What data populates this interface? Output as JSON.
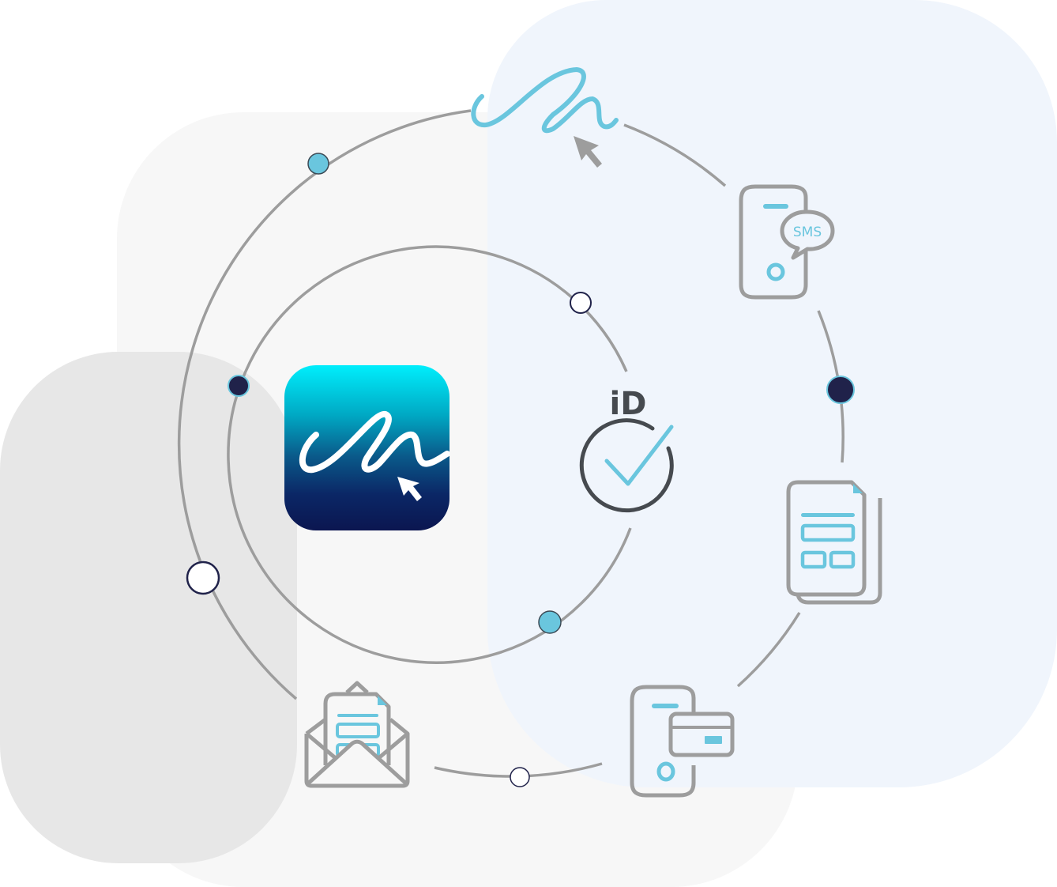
{
  "diagram": {
    "title": "E-signature workflow cycle",
    "center_app": {
      "name": "signature-app-logo",
      "gradient_top": "#00eefc",
      "gradient_bottom": "#0b1650"
    },
    "id_badge": {
      "label": "iD"
    },
    "sms_bubble": {
      "label": "SMS"
    },
    "nodes": [
      {
        "id": "signature",
        "label": "Signature with cursor"
      },
      {
        "id": "sms",
        "label": "SMS on phone"
      },
      {
        "id": "document",
        "label": "Document form"
      },
      {
        "id": "payment",
        "label": "Phone payment card"
      },
      {
        "id": "email",
        "label": "Email with document"
      },
      {
        "id": "identity",
        "label": "ID verification"
      }
    ],
    "colors": {
      "accent_blue": "#6ac6de",
      "stroke_gray": "#9d9d9d",
      "dark_navy": "#20224a",
      "id_dark": "#464a4f",
      "bg_blue": "#f0f5fc",
      "bg_gray": "#f7f7f7",
      "bg_left": "#e7e7e7"
    }
  }
}
